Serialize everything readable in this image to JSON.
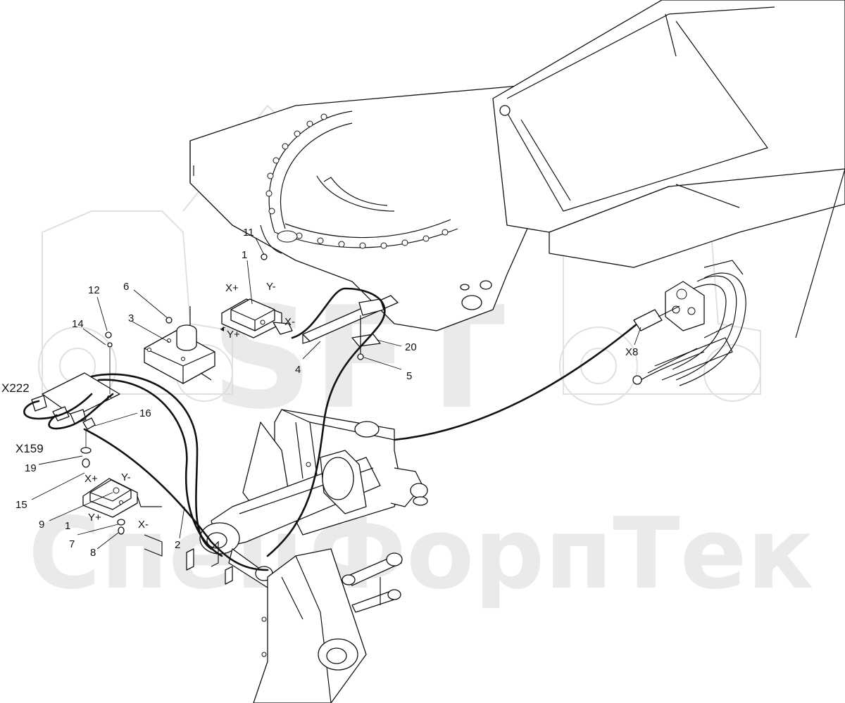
{
  "watermark": {
    "brand": "SFT",
    "company": "СпецФорпТек"
  },
  "labels": {
    "p1_top": "1",
    "p1_bottom": "1",
    "p2": "2",
    "p3": "3",
    "p4": "4",
    "p5": "5",
    "p6": "6",
    "p7": "7",
    "p8": "8",
    "p9": "9",
    "p11": "11",
    "p12": "12",
    "p14": "14",
    "p15": "15",
    "p16": "16",
    "p19": "19",
    "p20": "20",
    "x222": "X222",
    "x159": "X159",
    "x8": "X8",
    "axis_top": {
      "xplus": "X+",
      "yminus": "Y-",
      "xminus": "X-",
      "yplus": "Y+"
    },
    "axis_bottom": {
      "xplus": "X+",
      "yminus": "Y-",
      "xminus": "X-",
      "yplus": "Y+"
    }
  }
}
